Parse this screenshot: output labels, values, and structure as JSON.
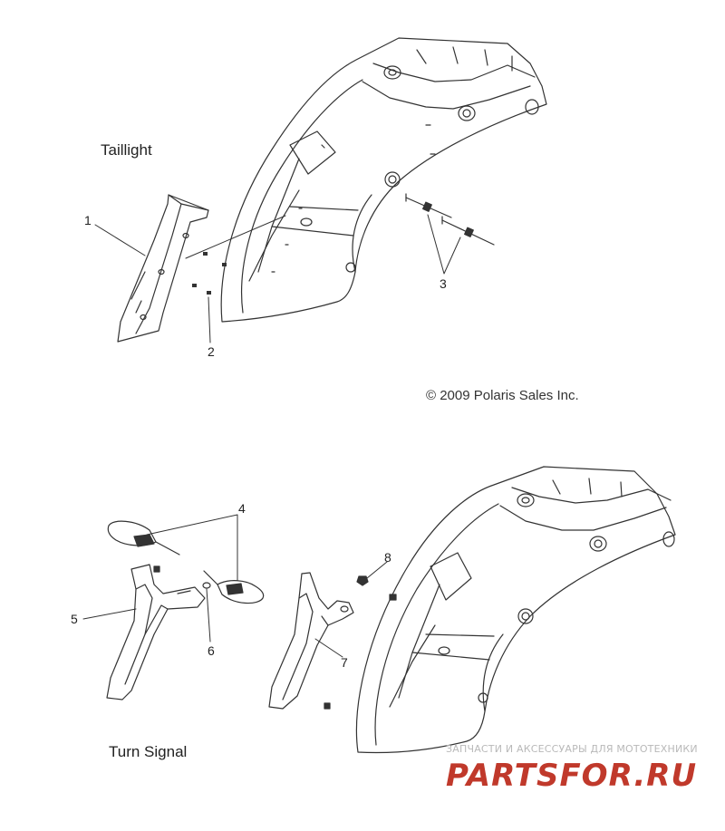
{
  "sections": {
    "taillight": "Taillight",
    "turn_signal": "Turn Signal"
  },
  "callouts": [
    "1",
    "2",
    "3",
    "4",
    "5",
    "6",
    "7",
    "8"
  ],
  "copyright": "© 2009 Polaris Sales Inc.",
  "watermark": {
    "subtitle": "ЗАПЧАСТИ И АКСЕССУАРЫ ДЛЯ МОТОТЕХНИКИ",
    "logo": "PARTSFOR.RU",
    "color": "#c0392b"
  },
  "colors": {
    "line": "#333333",
    "paper": "#ffffff"
  }
}
